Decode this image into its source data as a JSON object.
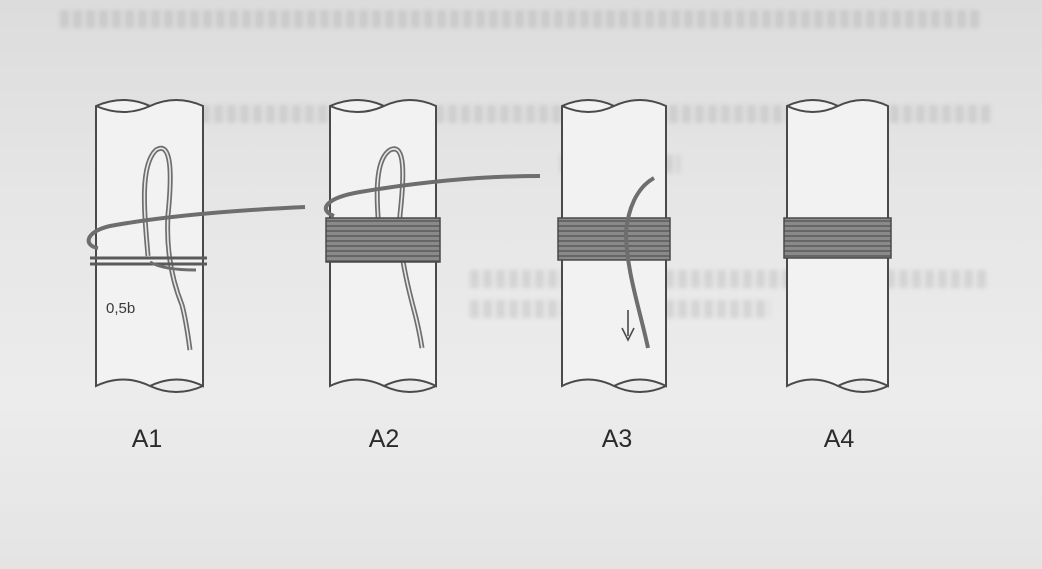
{
  "figure": {
    "panels": [
      {
        "id": "a1",
        "label": "A1",
        "note": "0,5b"
      },
      {
        "id": "a2",
        "label": "A2"
      },
      {
        "id": "a3",
        "label": "A3"
      },
      {
        "id": "a4",
        "label": "A4"
      }
    ]
  },
  "colors": {
    "rod_fill": "#f2f2f2",
    "outline": "#4a4a4a",
    "whipping": "#6b6b6b",
    "thread": "#7a7a7a"
  }
}
